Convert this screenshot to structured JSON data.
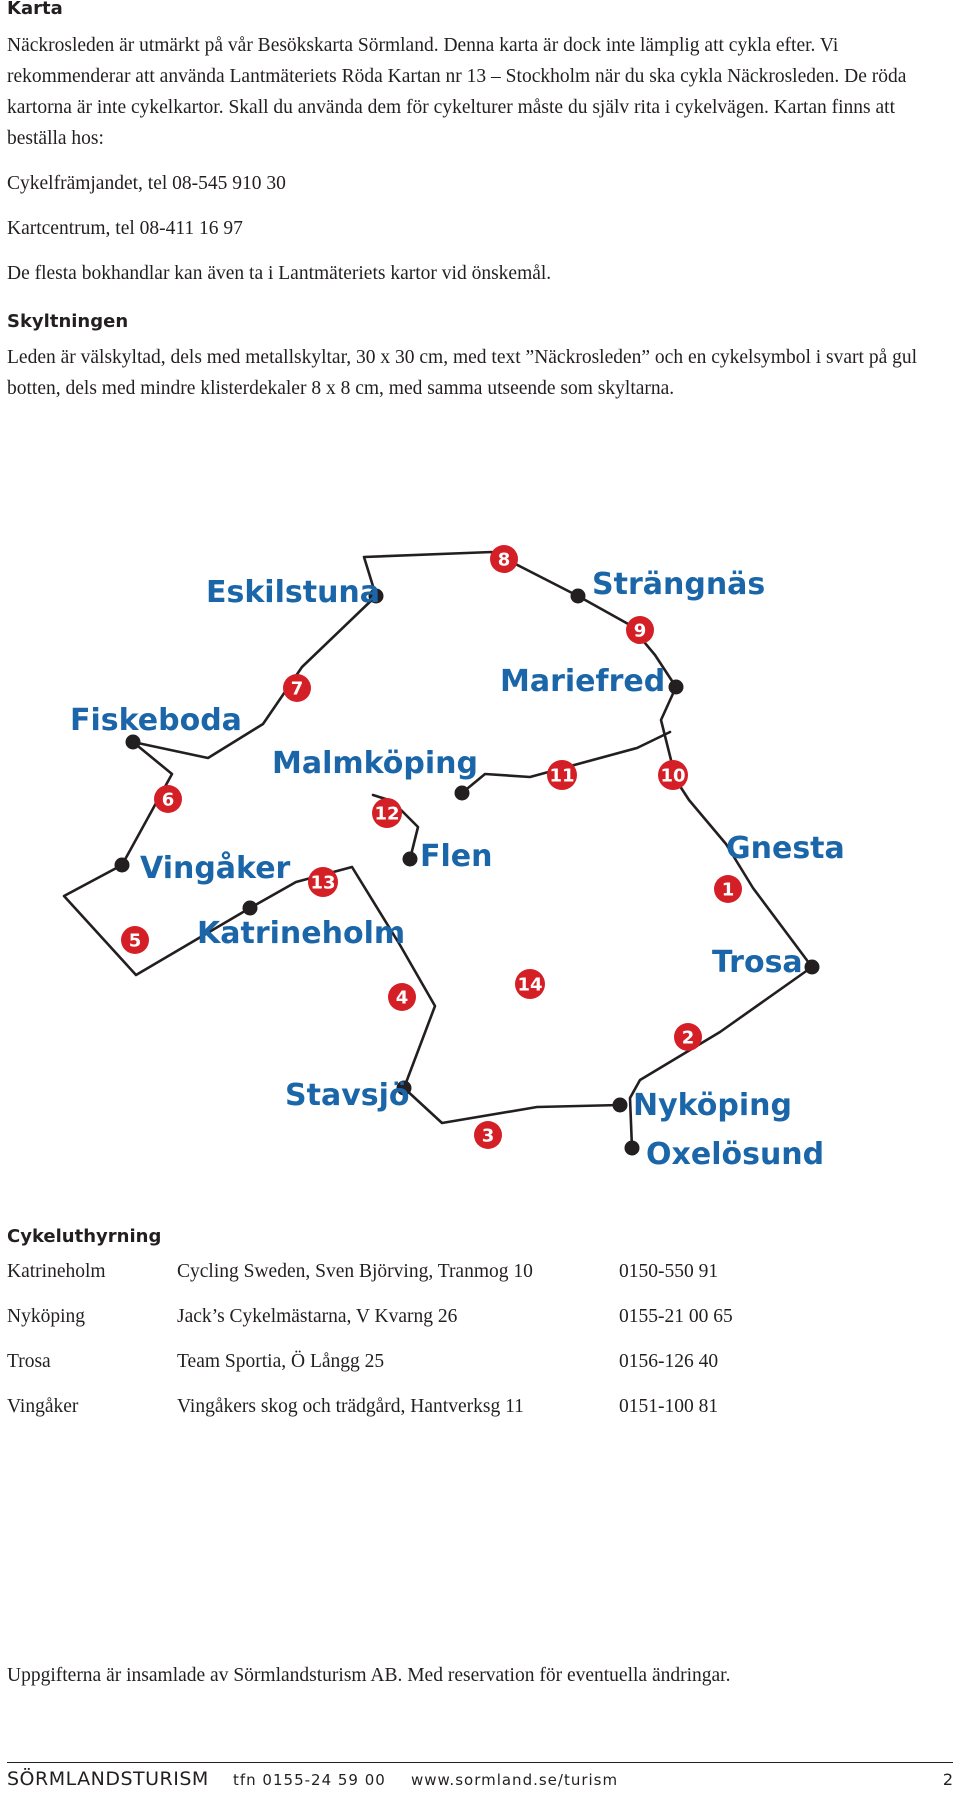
{
  "karta": {
    "heading": "Karta",
    "p1": "Näckrosleden är utmärkt på vår Besökskarta Sörmland. Denna karta är dock inte lämplig att cykla efter. Vi rekommenderar att använda Lantmäteriets Röda Kartan nr 13 – Stockholm när du ska cykla Näckrosleden. De röda kartorna är inte cykelkartor. Skall du använda dem för cykelturer måste du själv rita i cykelvägen. Kartan finns att beställa hos:",
    "contact1": "Cykelfrämjandet, tel 08-545 910 30",
    "contact2": "Kartcentrum, tel 08-411 16 97",
    "p2": "De flesta bokhandlar kan även ta i Lantmäteriets kartor vid önskemål."
  },
  "skyltningen": {
    "heading": "Skyltningen",
    "text": "Leden är välskyltad, dels med metallskyltar, 30 x 30 cm, med text ”Näckrosleden” och en cykelsymbol i svart på gul botten, dels med mindre klisterdekaler 8 x 8 cm, med samma utseende som skyltarna."
  },
  "map": {
    "cities": [
      "Eskilstuna",
      "Strängnäs",
      "Mariefred",
      "Fiskeboda",
      "Malmköping",
      "Vingåker",
      "Flen",
      "Gnesta",
      "Katrineholm",
      "Trosa",
      "Stavsjö",
      "Nyköping",
      "Oxelösund"
    ],
    "stages": [
      "8",
      "9",
      "7",
      "11",
      "10",
      "6",
      "12",
      "13",
      "1",
      "5",
      "14",
      "4",
      "2",
      "3"
    ]
  },
  "cykeluthyrning": {
    "heading": "Cykeluthyrning",
    "rows": [
      {
        "town": "Katrineholm",
        "shop": "Cycling Sweden, Sven Björving, Tranmog 10",
        "phone": "0150-550 91"
      },
      {
        "town": "Nyköping",
        "shop": "Jack’s Cykelmästarna, V Kvarng 26",
        "phone": "0155-21 00 65"
      },
      {
        "town": "Trosa",
        "shop": "Team Sportia, Ö Långg 25",
        "phone": "0156-126 40"
      },
      {
        "town": "Vingåker",
        "shop": "Vingåkers skog och trädgård, Hantverksg 11",
        "phone": "0151-100 81"
      }
    ]
  },
  "note": "Uppgifterna är insamlade av Sörmlandsturism AB. Med reservation för eventuella ändringar.",
  "footer": {
    "brand": "SÖRMLANDSTURISM",
    "phone": "tfn 0155-24 59 00",
    "web": "www.sormland.se/turism",
    "page": "2"
  },
  "colors": {
    "city_label": "#1a66a8",
    "stage_badge": "#d41f26",
    "route": "#231f20"
  }
}
